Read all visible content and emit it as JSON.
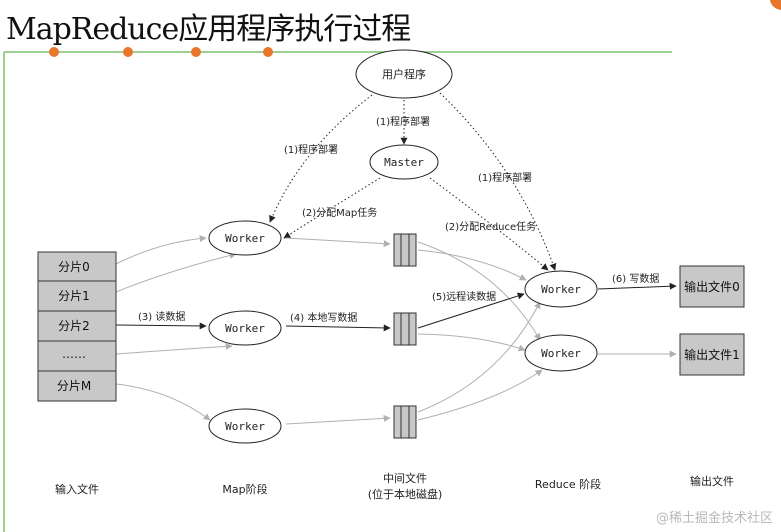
{
  "title": "MapReduce应用程序执行过程",
  "watermark": "@稀土掘金技术社区",
  "nodes": {
    "user_program": "用户程序",
    "master": "Master",
    "worker": "Worker"
  },
  "splits": [
    "分片0",
    "分片1",
    "分片2",
    "……",
    "分片M"
  ],
  "outputs": [
    "输出文件0",
    "输出文件1"
  ],
  "step_labels": {
    "deploy_left": "(1)程序部署",
    "deploy_center": "(1)程序部署",
    "deploy_right": "(1)程序部署",
    "assign_map": "(2)分配Map任务",
    "assign_reduce": "(2)分配Reduce任务",
    "read": "(3) 读数据",
    "local_write": "(4) 本地写数据",
    "remote_read": "(5)远程读数据",
    "write": "(6) 写数据"
  },
  "phase_captions": {
    "input": "输入文件",
    "map": "Map阶段",
    "intermediate_line1": "中间文件",
    "intermediate_line2": "(位于本地磁盘)",
    "reduce": "Reduce 阶段",
    "output": "输出文件"
  },
  "colors": {
    "accent_green": "#7cc36b",
    "orange_dot": "#e8772b",
    "box_fill": "#c8c8c8",
    "arrow_gray": "#b0b0b0"
  }
}
